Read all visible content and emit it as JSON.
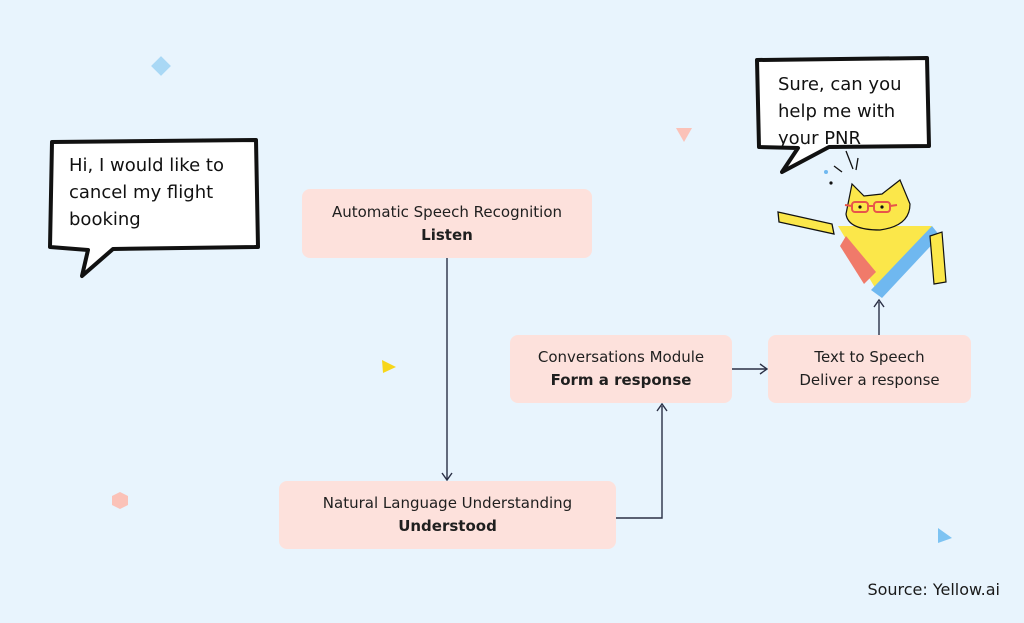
{
  "bubbles": {
    "user": {
      "text": "Hi, I would like to cancel my flight booking"
    },
    "bot": {
      "text": "Sure, can you help me with your PNR"
    }
  },
  "nodes": {
    "asr": {
      "title": "Automatic Speech Recognition",
      "subtitle": "Listen"
    },
    "nlu": {
      "title": "Natural Language Understanding",
      "subtitle": "Understood"
    },
    "conv": {
      "title": "Conversations Module",
      "subtitle": "Form a response"
    },
    "tts": {
      "title": "Text to Speech",
      "subtitle": "Deliver a response"
    }
  },
  "source": "Source: Yellow.ai",
  "colors": {
    "background": "#e8f4fd",
    "box": "#fde1dc",
    "mascot_yellow": "#fbe74a",
    "mascot_blue": "#6fb8f0",
    "mascot_coral": "#f07a6a"
  }
}
